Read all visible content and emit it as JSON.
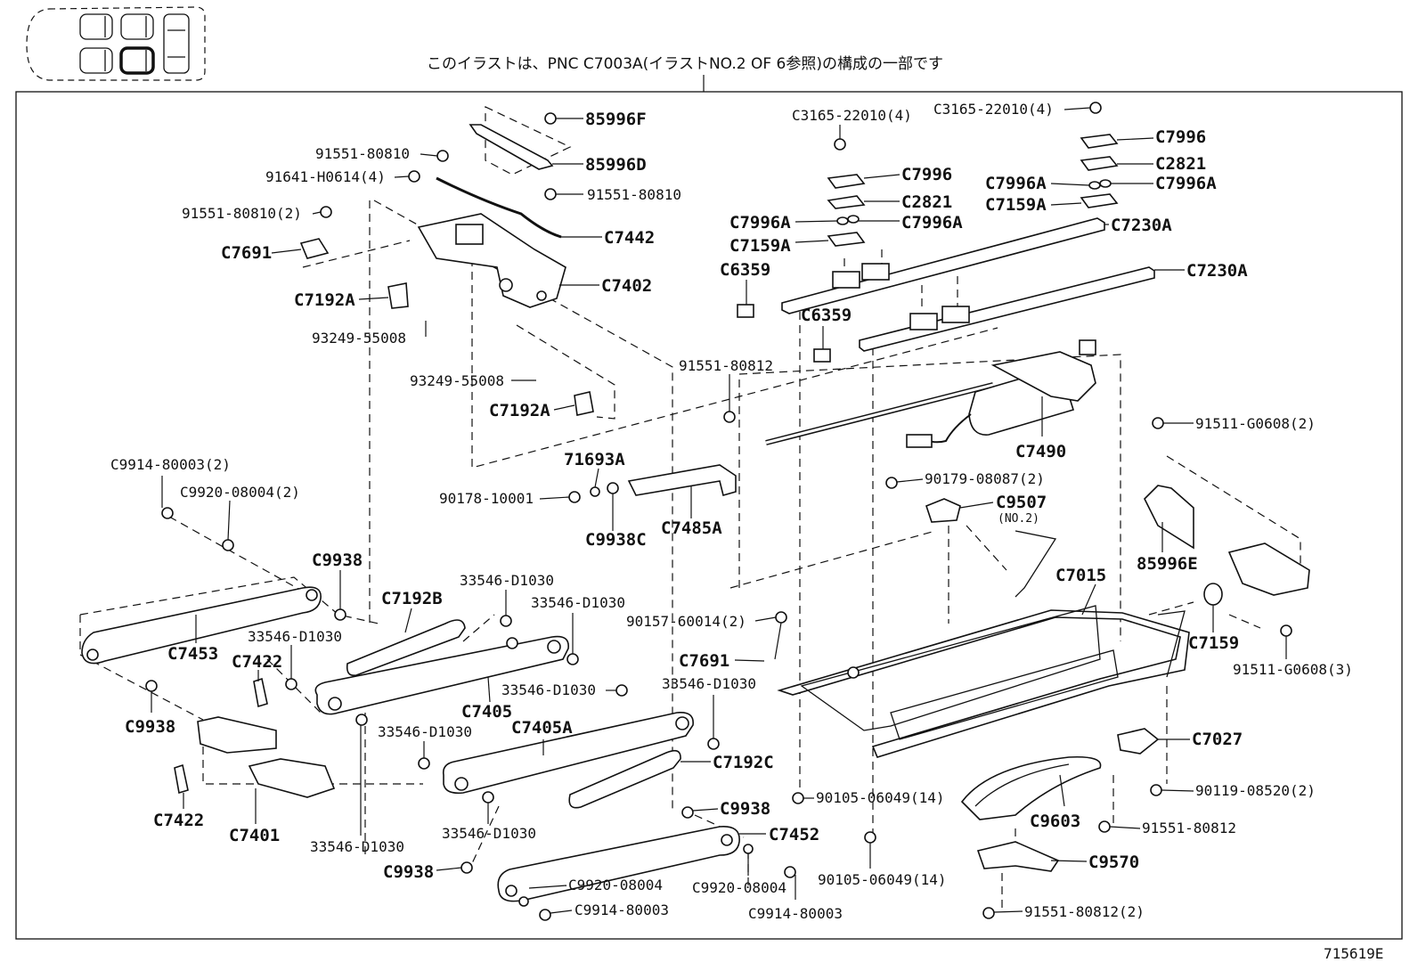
{
  "header": {
    "note": "このイラストは、PNC C7003A(イラストNO.2 OF 6参照)の構成の一部です"
  },
  "footer": {
    "illustration_number": "715619E"
  },
  "callouts": [
    {
      "id": "c01",
      "text": "85996F",
      "style": "b"
    },
    {
      "id": "c02",
      "text": "85996D",
      "style": "b"
    },
    {
      "id": "c03",
      "text": "91551-80810",
      "style": "n"
    },
    {
      "id": "c04",
      "text": "91641-H0614(4)",
      "style": "n"
    },
    {
      "id": "c05",
      "text": "91551-80810",
      "style": "n"
    },
    {
      "id": "c06",
      "text": "91551-80810(2)",
      "style": "n"
    },
    {
      "id": "c07",
      "text": "C7442",
      "style": "b"
    },
    {
      "id": "c08",
      "text": "C7691",
      "style": "b"
    },
    {
      "id": "c09",
      "text": "C7402",
      "style": "b"
    },
    {
      "id": "c10",
      "text": "C7192A",
      "style": "b"
    },
    {
      "id": "c11",
      "text": "93249-55008",
      "style": "n"
    },
    {
      "id": "c12",
      "text": "93249-55008",
      "style": "n"
    },
    {
      "id": "c13",
      "text": "C7192A",
      "style": "b"
    },
    {
      "id": "c14",
      "text": "C3165-22010(4)",
      "style": "n"
    },
    {
      "id": "c15",
      "text": "C3165-22010(4)",
      "style": "n"
    },
    {
      "id": "c16",
      "text": "C7996",
      "style": "b"
    },
    {
      "id": "c17",
      "text": "C7996",
      "style": "b"
    },
    {
      "id": "c18",
      "text": "C2821",
      "style": "b"
    },
    {
      "id": "c19",
      "text": "C2821",
      "style": "b"
    },
    {
      "id": "c20",
      "text": "C7996A",
      "style": "b"
    },
    {
      "id": "c21",
      "text": "C7996A",
      "style": "b"
    },
    {
      "id": "c22",
      "text": "C7996A",
      "style": "b"
    },
    {
      "id": "c23",
      "text": "C7996A",
      "style": "b"
    },
    {
      "id": "c24",
      "text": "C7159A",
      "style": "b"
    },
    {
      "id": "c25",
      "text": "C7159A",
      "style": "b"
    },
    {
      "id": "c26",
      "text": "C7230A",
      "style": "b"
    },
    {
      "id": "c27",
      "text": "C7230A",
      "style": "b"
    },
    {
      "id": "c28",
      "text": "C6359",
      "style": "b"
    },
    {
      "id": "c29",
      "text": "C6359",
      "style": "b"
    },
    {
      "id": "c30",
      "text": "91551-80812",
      "style": "n"
    },
    {
      "id": "c31",
      "text": "C7490",
      "style": "b"
    },
    {
      "id": "c32",
      "text": "91511-G0608(2)",
      "style": "n"
    },
    {
      "id": "c33",
      "text": "71693A",
      "style": "b"
    },
    {
      "id": "c34",
      "text": "90178-10001",
      "style": "n"
    },
    {
      "id": "c35",
      "text": "C9938C",
      "style": "b"
    },
    {
      "id": "c36",
      "text": "C7485A",
      "style": "b"
    },
    {
      "id": "c37",
      "text": "90179-08087(2)",
      "style": "n"
    },
    {
      "id": "c38",
      "text": "C9507",
      "style": "b"
    },
    {
      "id": "c39",
      "text": "(NO.2)",
      "style": "s"
    },
    {
      "id": "c40",
      "text": "C9914-80003(2)",
      "style": "n"
    },
    {
      "id": "c41",
      "text": "C9920-08004(2)",
      "style": "n"
    },
    {
      "id": "c42",
      "text": "85996E",
      "style": "b"
    },
    {
      "id": "c43",
      "text": "C7015",
      "style": "b"
    },
    {
      "id": "c44",
      "text": "C9938",
      "style": "b"
    },
    {
      "id": "c45",
      "text": "C7192B",
      "style": "b"
    },
    {
      "id": "c46",
      "text": "33546-D1030",
      "style": "n"
    },
    {
      "id": "c47",
      "text": "33546-D1030",
      "style": "n"
    },
    {
      "id": "c48",
      "text": "90157-60014(2)",
      "style": "n"
    },
    {
      "id": "c49",
      "text": "C7159",
      "style": "b"
    },
    {
      "id": "c50",
      "text": "91511-G0608(3)",
      "style": "n"
    },
    {
      "id": "c51",
      "text": "C7453",
      "style": "b"
    },
    {
      "id": "c52",
      "text": "33546-D1030",
      "style": "n"
    },
    {
      "id": "c53",
      "text": "C7422",
      "style": "b"
    },
    {
      "id": "c54",
      "text": "C7691",
      "style": "b"
    },
    {
      "id": "c55",
      "text": "33546-D1030",
      "style": "n"
    },
    {
      "id": "c56",
      "text": "33546-D1030",
      "style": "n"
    },
    {
      "id": "c57",
      "text": "C7405",
      "style": "b"
    },
    {
      "id": "c58",
      "text": "C9938",
      "style": "b"
    },
    {
      "id": "c59",
      "text": "33546-D1030",
      "style": "n"
    },
    {
      "id": "c60",
      "text": "C7405A",
      "style": "b"
    },
    {
      "id": "c61",
      "text": "C7192C",
      "style": "b"
    },
    {
      "id": "c62",
      "text": "C7027",
      "style": "b"
    },
    {
      "id": "c63",
      "text": "C7422",
      "style": "b"
    },
    {
      "id": "c64",
      "text": "C7401",
      "style": "b"
    },
    {
      "id": "c65",
      "text": "90105-06049(14)",
      "style": "n"
    },
    {
      "id": "c66",
      "text": "C9603",
      "style": "b"
    },
    {
      "id": "c67",
      "text": "90119-08520(2)",
      "style": "n"
    },
    {
      "id": "c68",
      "text": "C9938",
      "style": "b"
    },
    {
      "id": "c69",
      "text": "33546-D1030",
      "style": "n"
    },
    {
      "id": "c70",
      "text": "C7452",
      "style": "b"
    },
    {
      "id": "c71",
      "text": "91551-80812",
      "style": "n"
    },
    {
      "id": "c72",
      "text": "33546-D1030",
      "style": "n"
    },
    {
      "id": "c73",
      "text": "90105-06049(14)",
      "style": "n"
    },
    {
      "id": "c74",
      "text": "C9570",
      "style": "b"
    },
    {
      "id": "c75",
      "text": "C9938",
      "style": "b"
    },
    {
      "id": "c76",
      "text": "C9920-08004",
      "style": "n"
    },
    {
      "id": "c77",
      "text": "C9920-08004",
      "style": "n"
    },
    {
      "id": "c78",
      "text": "C9914-80003",
      "style": "n"
    },
    {
      "id": "c79",
      "text": "C9914-80003",
      "style": "n"
    },
    {
      "id": "c80",
      "text": "91551-80812(2)",
      "style": "n"
    }
  ]
}
